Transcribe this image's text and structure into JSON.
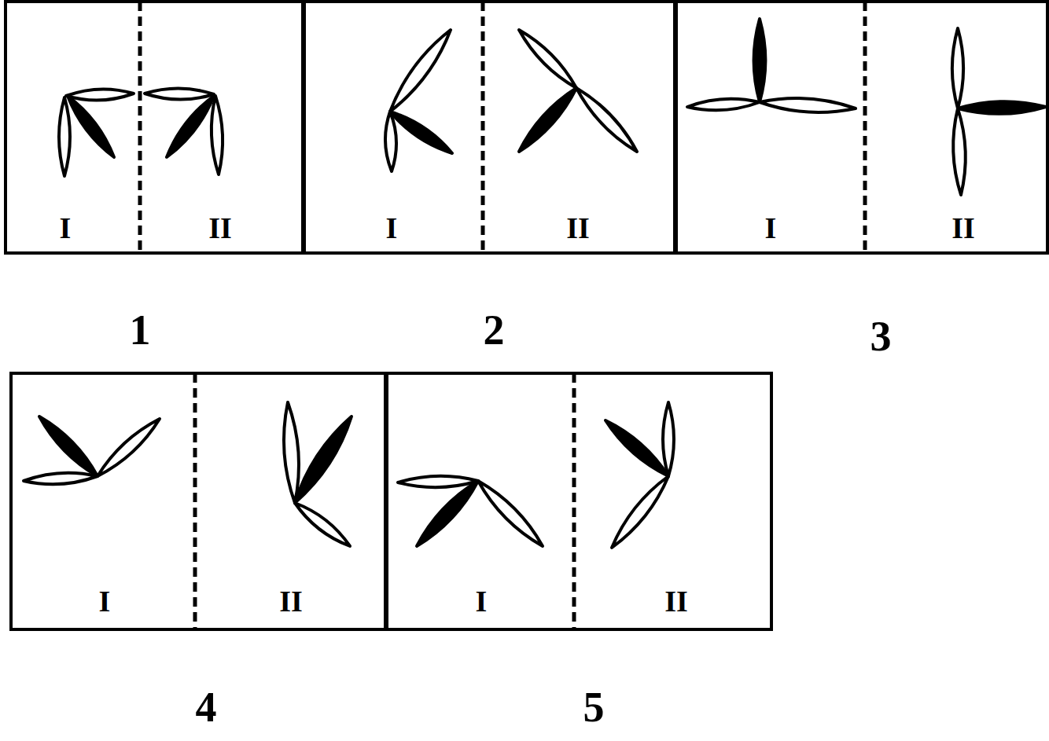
{
  "diagram": {
    "nodes": [
      {
        "text": [
          "I",
          "II"
        ]
      },
      {
        "text": [
          "I",
          "II"
        ]
      },
      {
        "text": [
          "I",
          "II"
        ]
      },
      {
        "text": [
          "I",
          "II"
        ]
      },
      {
        "text": [
          "I",
          "II"
        ]
      }
    ],
    "labels": [
      "1",
      "2",
      "3",
      "4",
      "5"
    ]
  }
}
